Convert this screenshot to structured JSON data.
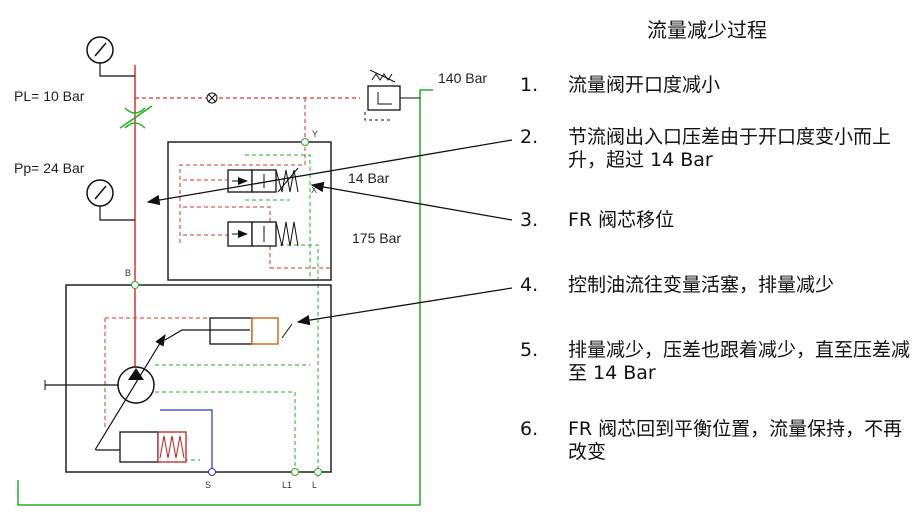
{
  "title": "流量减少过程",
  "gauge_labels": {
    "pl": "PL= 10 Bar",
    "pp": "Pp= 24 Bar"
  },
  "pressure_labels": {
    "relief": "140 Bar",
    "fc_spring": "14 Bar",
    "pc_spring": "175 Bar"
  },
  "port_labels": {
    "x": "X",
    "y": "Y",
    "b": "B",
    "s": "S",
    "l1": "L1",
    "l": "L"
  },
  "steps": [
    {
      "num": "1.",
      "text": "流量阀开口度减小"
    },
    {
      "num": "2.",
      "text": "节流阀出入口压差由于开口度变小而上升，超过 14 Bar"
    },
    {
      "num": "3.",
      "text": "FR 阀芯移位"
    },
    {
      "num": "4.",
      "text": "控制油流往变量活塞，排量减少"
    },
    {
      "num": "5.",
      "text": "排量减少，压差也跟着减少，直至压差减至 14 Bar"
    },
    {
      "num": "6.",
      "text": "FR 阀芯回到平衡位置，流量保持，不再改变"
    }
  ],
  "colors": {
    "pressure_line": "#e03030",
    "tank_line": "#22b022",
    "control_line": "#3030cc",
    "frame": "#222222"
  }
}
